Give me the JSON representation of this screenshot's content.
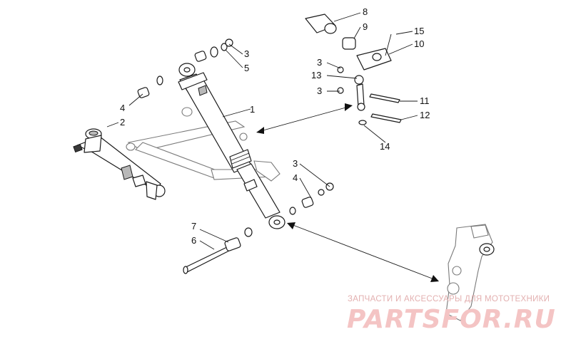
{
  "callouts": {
    "c1": "1",
    "c2": "2",
    "c3a": "3",
    "c3b": "3",
    "c3c": "3",
    "c3d": "3",
    "c4a": "4",
    "c4b": "4",
    "c5": "5",
    "c6": "6",
    "c7": "7",
    "c8": "8",
    "c9": "9",
    "c10": "10",
    "c11": "11",
    "c12": "12",
    "c13": "13",
    "c14": "14",
    "c15": "15"
  },
  "watermark": {
    "caption": "ЗАПЧАСТИ И АКСЕССУАРЫ ДЛЯ МОТОТЕХНИКИ",
    "logo": "PARTSFOR.RU"
  }
}
